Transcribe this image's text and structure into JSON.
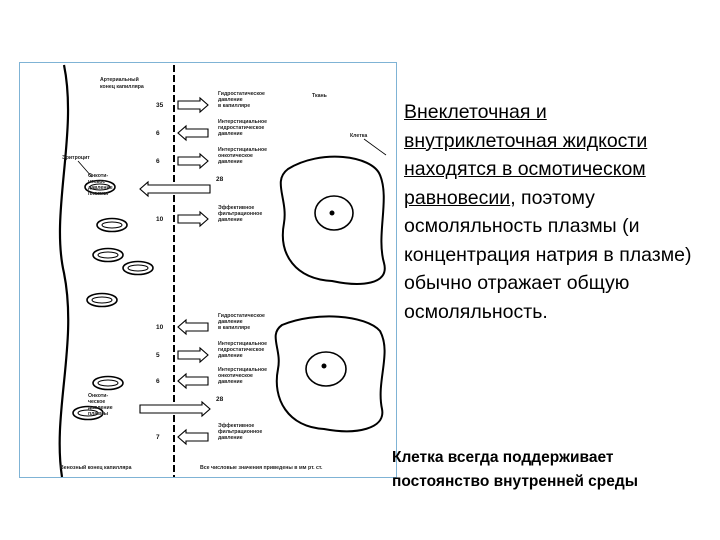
{
  "diagram": {
    "labels": {
      "arterial_end": [
        "Артериальный",
        "конец капилляра"
      ],
      "tissue": "Ткань",
      "cell": "Клетка",
      "erythrocyte": "Эритроцит",
      "venous_end": "Венозный конец капилляра",
      "bottom_note": "Все числовые значения приведены в мм рт. ст."
    },
    "arterial": [
      {
        "value": "35",
        "lines": [
          "Гидростатическое",
          "давление",
          "в капилляре"
        ]
      },
      {
        "value": "6",
        "lines": [
          "Интерстициальное",
          "гидростатическое",
          "давление"
        ]
      },
      {
        "value": "6",
        "lines": [
          "Интерстициальное",
          "онкотическое",
          "давление"
        ]
      },
      {
        "value": "28",
        "lines": [
          "Онкоти-",
          "ческое",
          "давление",
          "плазмы"
        ]
      },
      {
        "value": "10",
        "lines": [
          "Эффективное",
          "фильтрационное",
          "давление"
        ]
      }
    ],
    "venous": [
      {
        "value": "10",
        "lines": [
          "Гидростатическое",
          "давление",
          "в капилляре"
        ]
      },
      {
        "value": "5",
        "lines": [
          "Интерстициальное",
          "гидростатическое",
          "давление"
        ]
      },
      {
        "value": "6",
        "lines": [
          "Интерстициальное",
          "онкотическое",
          "давление"
        ]
      },
      {
        "value": "28",
        "lines": [
          "Онкоти-",
          "ческое",
          "давление",
          "плазмы"
        ]
      },
      {
        "value": "7",
        "lines": [
          "Эффективное",
          "фильтрационное",
          "давление"
        ]
      }
    ]
  },
  "text": {
    "part1": "Внеклеточная и внутриклеточная жидкости находятся в осмотическом равновесии",
    "part2": ", поэтому осмоляльность плазмы (и концентрация натрия в плазме) обычно отражает общую осмоляльность.",
    "note": "Клетка всегда поддерживает постоянство внутренней среды"
  }
}
